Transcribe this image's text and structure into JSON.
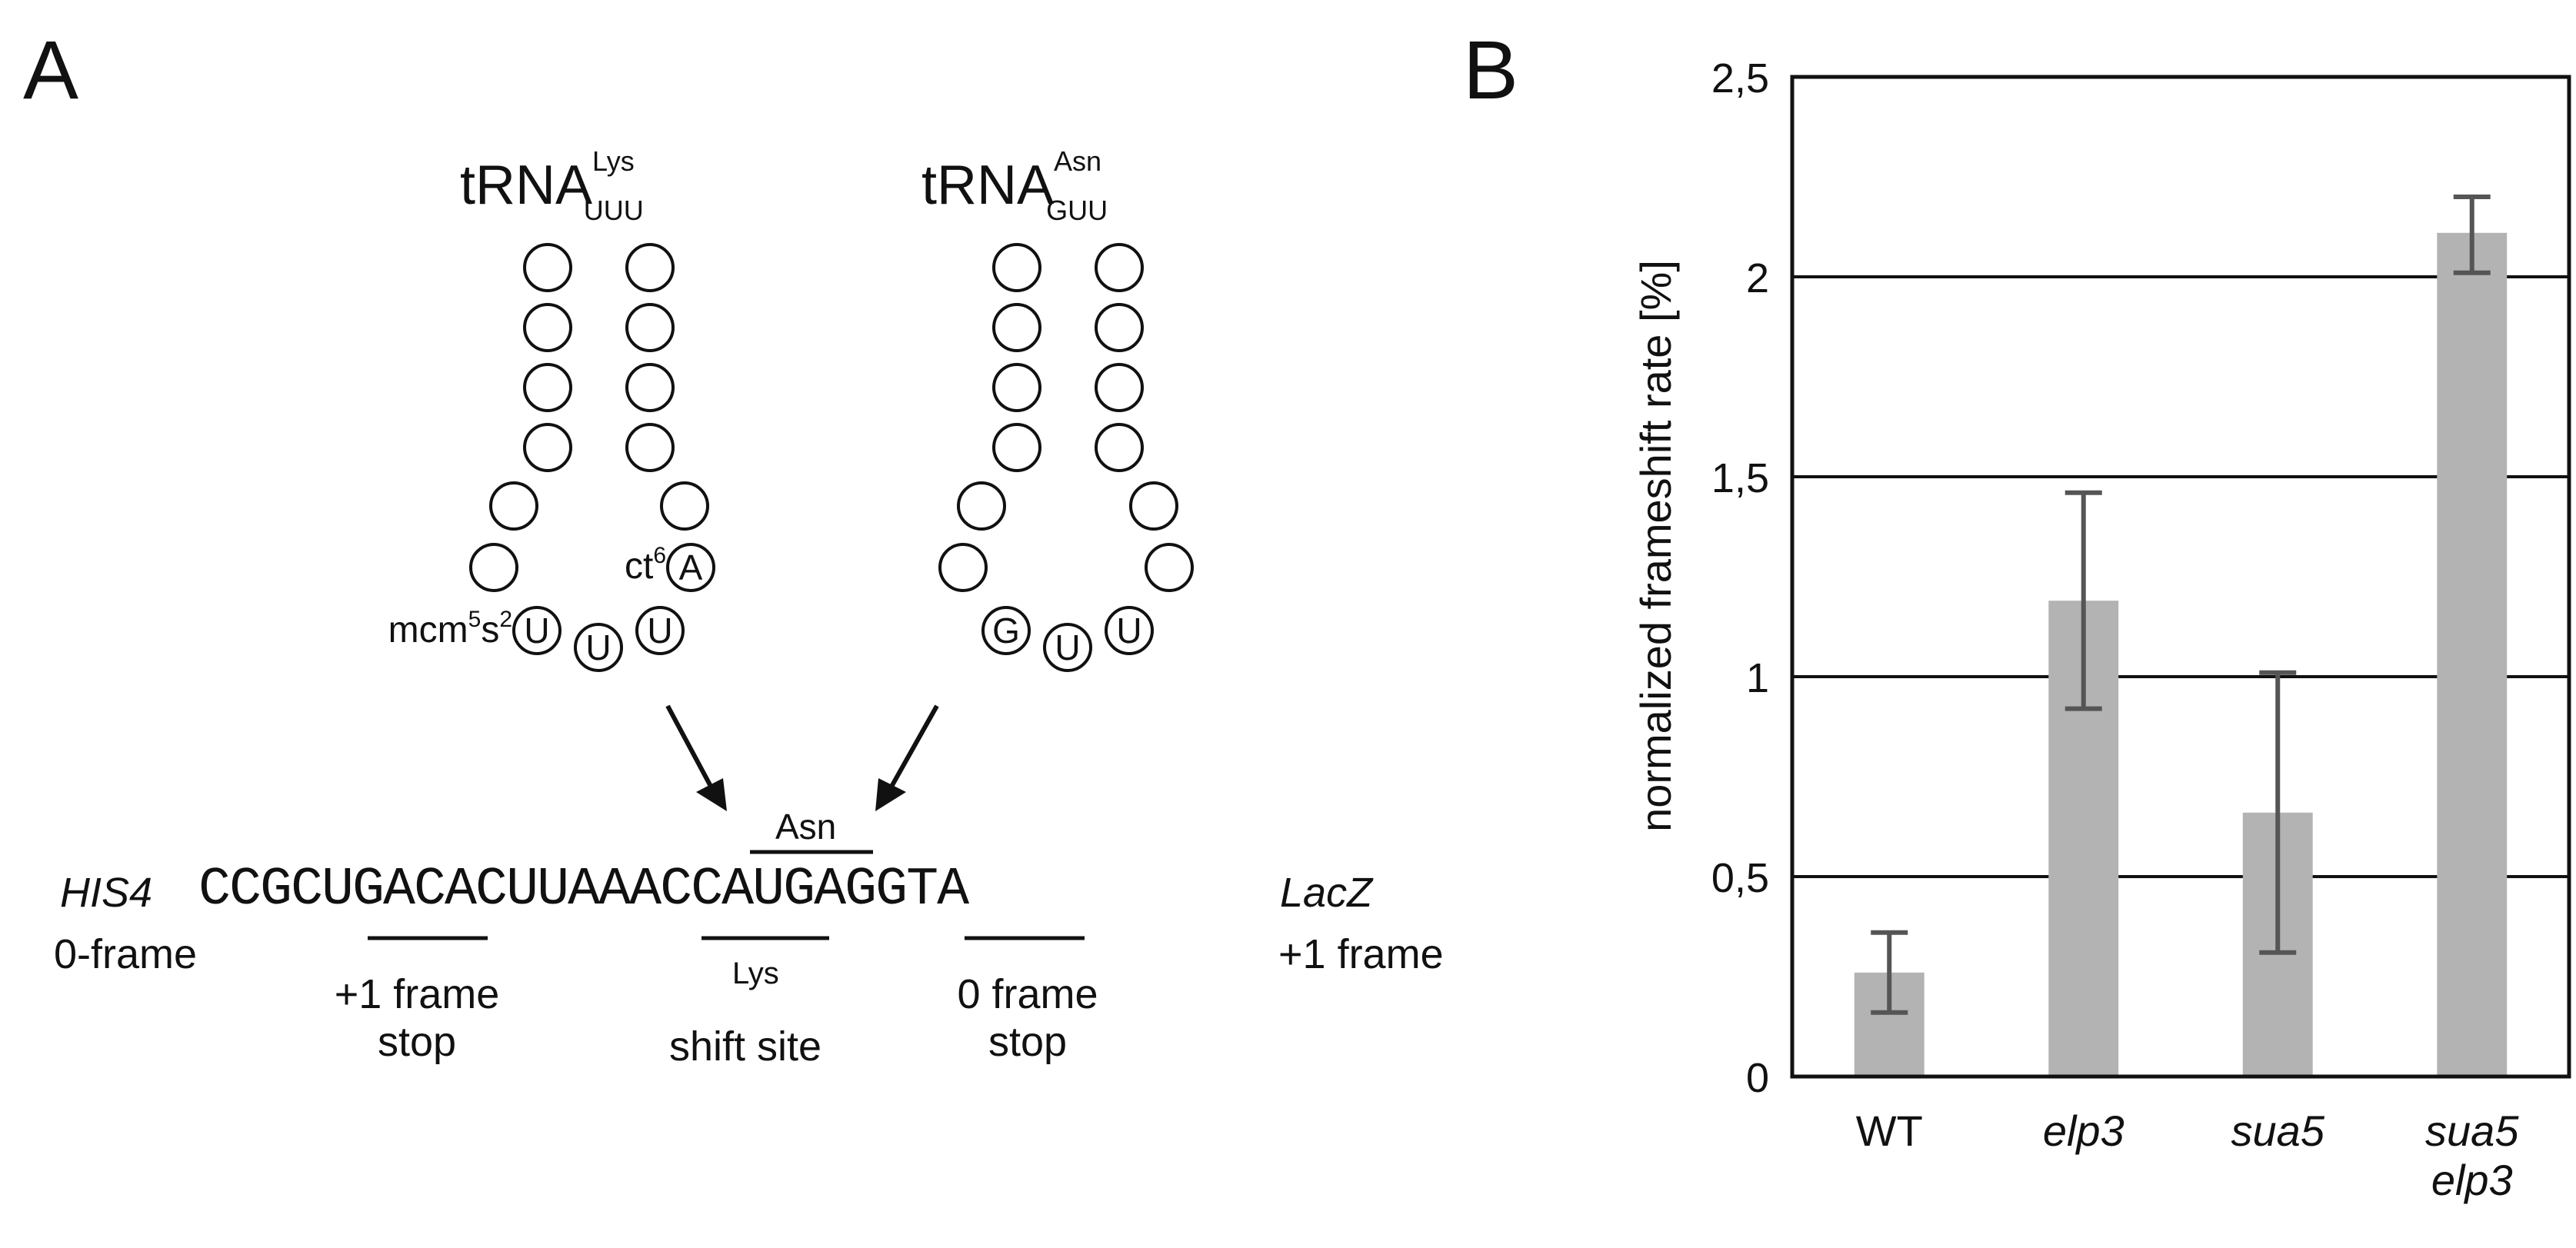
{
  "panel_a": {
    "letter": "A",
    "trna_lys": {
      "base": "tRNA",
      "sup": "Lys",
      "sub": "UUU"
    },
    "trna_asn": {
      "base": "tRNA",
      "sup": "Asn",
      "sub": "GUU"
    },
    "lys_mods": {
      "mcm": "mcm",
      "mcm_sup1": "5",
      "s": "s",
      "mcm_sup2": "2",
      "ct": "ct",
      "ct_sup": "6"
    },
    "lys_anticodon": [
      "U",
      "U",
      "U"
    ],
    "lys_A": "A",
    "asn_anticodon": [
      "G",
      "U",
      "U"
    ],
    "gene_left": "HIS4",
    "sequence": "CCGCUGACACUUAAACCAUGAGGTA",
    "gene_right": "LacZ",
    "frame_left": "0-frame",
    "frame_right": "+1 frame",
    "asn_label": "Asn",
    "lys_label": "Lys",
    "stop1_l1": "+1 frame",
    "stop1_l2": "stop",
    "shift_site": "shift site",
    "stop2_l1": "0 frame",
    "stop2_l2": "stop"
  },
  "panel_b": {
    "letter": "B"
  },
  "chart_data": {
    "type": "bar",
    "categories": [
      "WT",
      "elp3",
      "sua5",
      "sua5 elp3"
    ],
    "category_lines": [
      [
        "WT"
      ],
      [
        "elp3"
      ],
      [
        "sua5"
      ],
      [
        "sua5",
        "elp3"
      ]
    ],
    "category_italic": [
      false,
      true,
      true,
      true
    ],
    "values": [
      0.26,
      1.19,
      0.66,
      2.11
    ],
    "error_low": [
      0.16,
      0.92,
      0.31,
      2.01
    ],
    "error_high": [
      0.36,
      1.46,
      1.01,
      2.2
    ],
    "ylabel": "normalized frameshift rate [%]",
    "ylim": [
      0,
      2.5
    ],
    "yticks": [
      0,
      0.5,
      1,
      1.5,
      2,
      2.5
    ],
    "ytick_labels": [
      "0",
      "0,5",
      "1",
      "1,5",
      "2",
      "2,5"
    ],
    "grid": true,
    "bar_color": "#b3b3b3",
    "error_color": "#555555"
  }
}
